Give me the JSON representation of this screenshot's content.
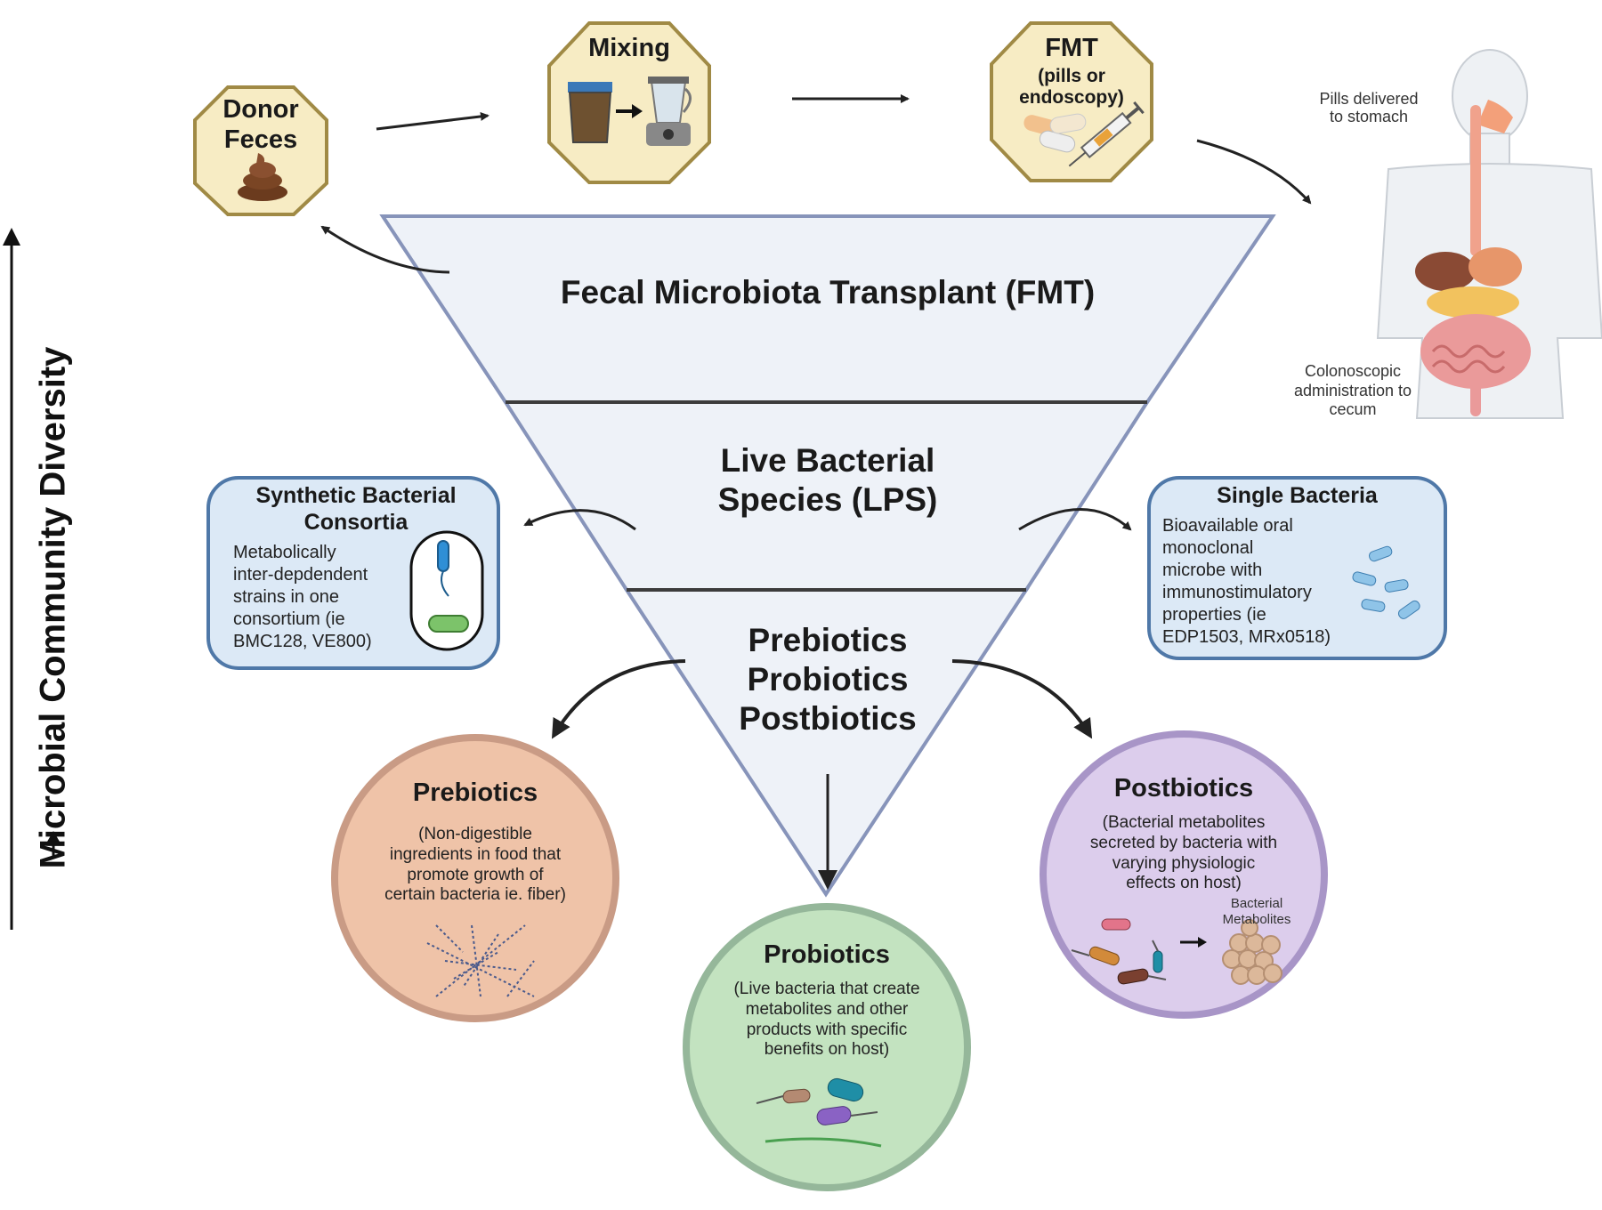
{
  "axis": {
    "title": "Microbial Community Diversity"
  },
  "tiers": [
    {
      "label": "Fecal Microbiota Transplant (FMT)"
    },
    {
      "label_line1": "Live Bacterial",
      "label_line2": "Species (LPS)"
    },
    {
      "label_line1": "Prebiotics",
      "label_line2": "Probiotics",
      "label_line3": "Postbiotics"
    }
  ],
  "fmt_steps": {
    "donor": {
      "line1": "Donor",
      "line2": "Feces"
    },
    "mixing": {
      "label": "Mixing"
    },
    "fmt": {
      "title": "FMT",
      "sub_line1": "(pills or",
      "sub_line2": "endoscopy)"
    }
  },
  "body": {
    "pills_note_line1": "Pills delivered",
    "pills_note_line2": "to stomach",
    "colon_note_line1": "Colonoscopic",
    "colon_note_line2": "administration to",
    "colon_note_line3": "cecum"
  },
  "synthetic": {
    "title_line1": "Synthetic Bacterial",
    "title_line2": "Consortia",
    "desc": [
      "Metabolically",
      "inter-depdendent",
      "strains in one",
      "consortium (ie",
      "BMC128, VE800)"
    ]
  },
  "single": {
    "title": "Single Bacteria",
    "desc": [
      "Bioavailable oral",
      "monoclonal",
      "microbe with",
      "immunostimulatory",
      "properties (ie",
      "EDP1503, MRx0518)"
    ]
  },
  "prebiotics": {
    "title": "Prebiotics",
    "desc": [
      "(Non-digestible",
      "ingredients in food that",
      "promote growth of",
      "certain bacteria ie. fiber)"
    ]
  },
  "probiotics": {
    "title": "Probiotics",
    "desc": [
      "(Live bacteria that create",
      "metabolites and other",
      "products with specific",
      "benefits on host)"
    ]
  },
  "postbiotics": {
    "title": "Postbiotics",
    "desc": [
      "(Bacterial metabolites",
      "secreted by bacteria with",
      "varying physiologic",
      "effects on host)"
    ],
    "metabolites_line1": "Bacterial",
    "metabolites_line2": "Metabolites"
  },
  "colors": {
    "tier_fill": "#eef2f8",
    "tier_stroke": "#8794ba",
    "octagon_fill": "#f7ecc4",
    "octagon_stroke": "#a08a45",
    "box_fill": "#dce9f6",
    "box_stroke": "#4f78a8",
    "prebiotic_fill": "#efc3a8",
    "prebiotic_stroke": "#c99b85",
    "probiotic_fill": "#c3e3c0",
    "probiotic_stroke": "#95b79a",
    "postbiotic_fill": "#dccdec",
    "postbiotic_stroke": "#a895c7"
  }
}
